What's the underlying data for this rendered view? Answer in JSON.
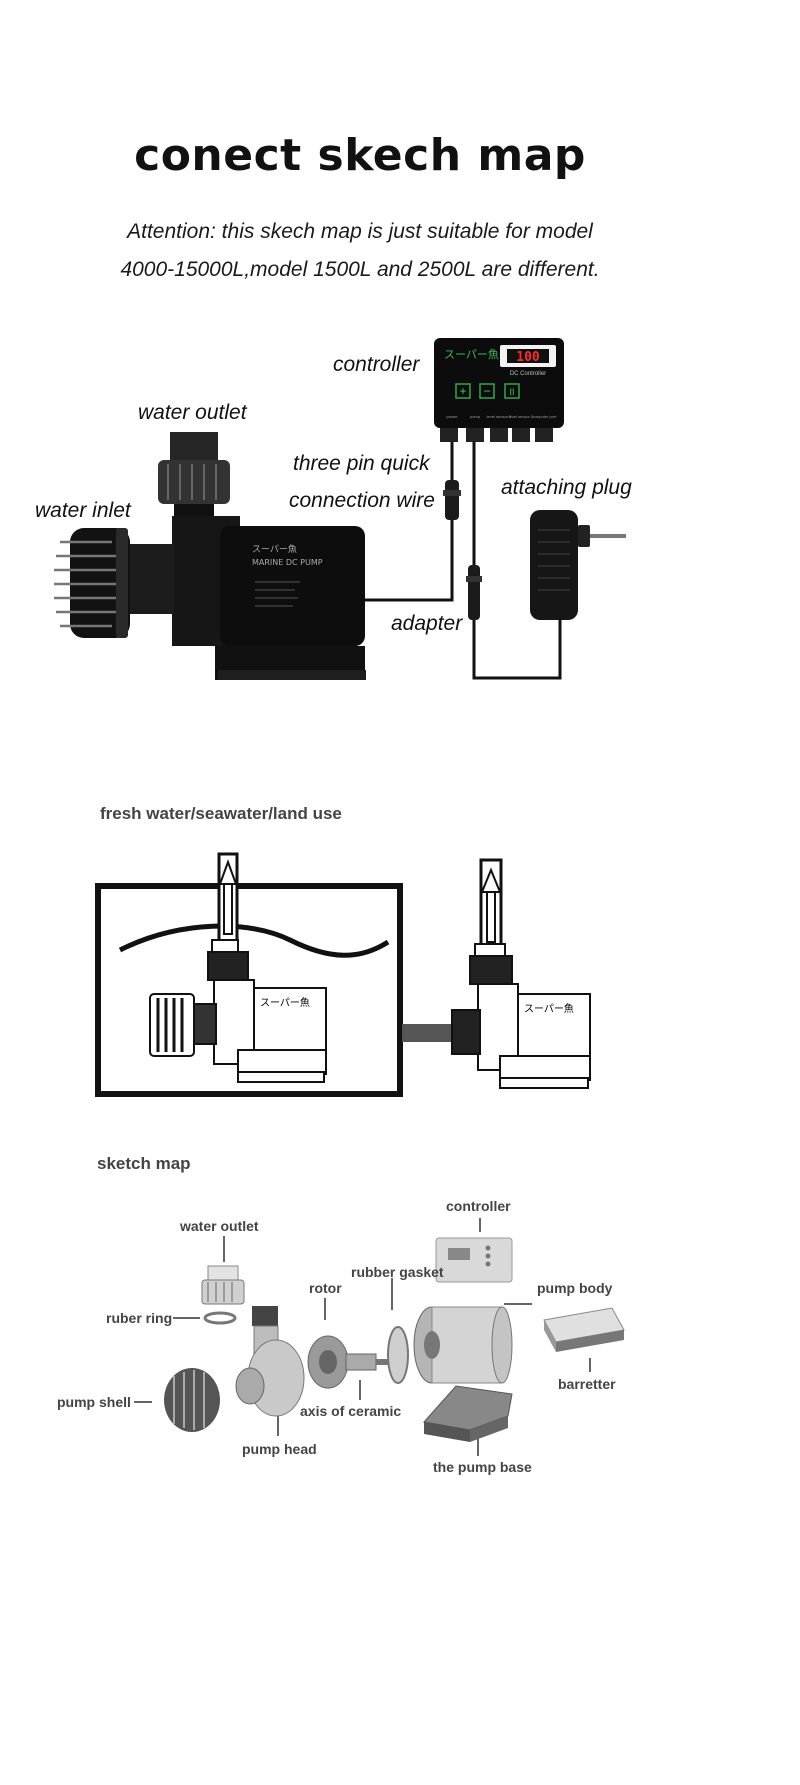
{
  "title": "conect skech map",
  "attention_line1": "Attention: this skech map is just suitable for model",
  "attention_line2": "4000-15000L,model 1500L and 2500L are different.",
  "connection": {
    "controller": "controller",
    "water_outlet": "water outlet",
    "three_pin_line1": "three pin quick",
    "three_pin_line2": "connection wire",
    "attaching_plug": "attaching plug",
    "water_inlet": "water inlet",
    "adapter": "adapter",
    "controller_brand": "スーパー魚",
    "controller_display": "100",
    "controller_model": "DC Controller",
    "btn_plus": "+",
    "btn_minus": "−",
    "btn_pause": "II",
    "port_power": "power",
    "port_pump": "pump",
    "port_level1": "level sensor 1",
    "port_level2": "level sensor 2",
    "port_computer": "computer port",
    "pump_brand": "スーパー魚",
    "pump_model": "MARINE DC PUMP"
  },
  "usage": {
    "header": "fresh water/seawater/land use",
    "pump_brand": "スーパー魚"
  },
  "sketch": {
    "header": "sketch map",
    "controller": "controller",
    "water_outlet": "water outlet",
    "rubber_gasket": "rubber gasket",
    "rotor": "rotor",
    "pump_body": "pump body",
    "ruber_ring": "ruber ring",
    "barretter": "barretter",
    "pump_shell": "pump shell",
    "axis_of_ceramic": "axis of ceramic",
    "pump_head": "pump head",
    "pump_base": "the pump base"
  }
}
